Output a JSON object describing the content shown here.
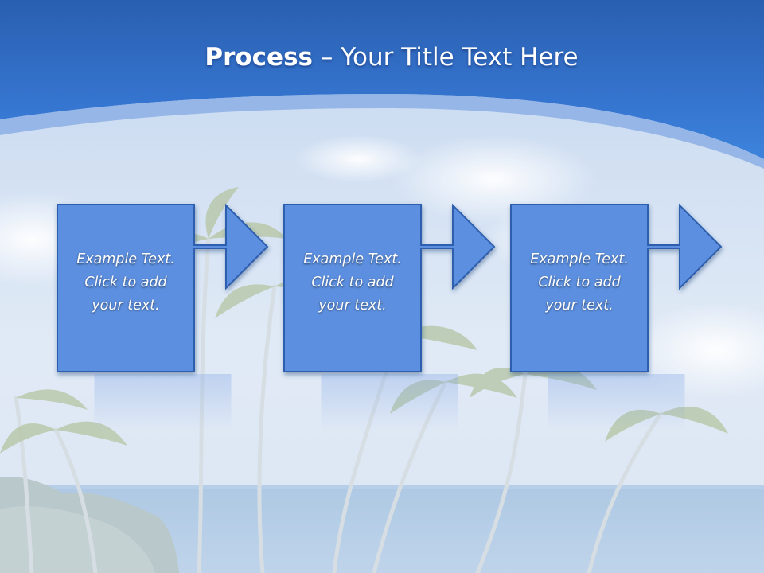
{
  "slide": {
    "title_strong": "Process",
    "title_dash": "–",
    "title_rest": "Your Title Text Here"
  },
  "steps": [
    {
      "line1": "Example Text.",
      "line2": "Click  to add",
      "line3": "your text."
    },
    {
      "line1": "Example Text.",
      "line2": "Click  to add",
      "line3": "your text."
    },
    {
      "line1": "Example Text.",
      "line2": "Click  to add",
      "line3": "your text."
    }
  ],
  "colors": {
    "header_top": "#2b63b5",
    "header_bottom": "#3f86de",
    "box_fill": "#5b8fdf",
    "box_stroke": "#2e5fae"
  }
}
